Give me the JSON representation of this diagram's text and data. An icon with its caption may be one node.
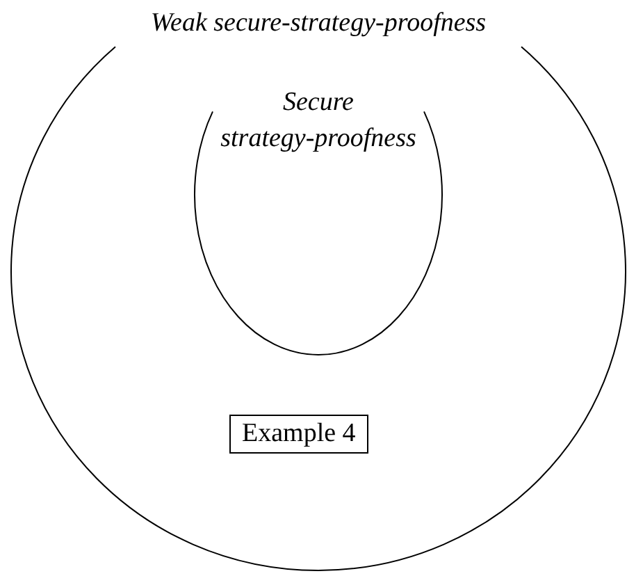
{
  "diagram": {
    "nodes": [
      {
        "text": [
          "Weak secure-strategy-proofness"
        ]
      },
      {
        "text": [
          "Secure strategy-proofness"
        ],
        "in": 0
      },
      {
        "text": [
          "Example 4"
        ],
        "in": 0
      }
    ]
  }
}
